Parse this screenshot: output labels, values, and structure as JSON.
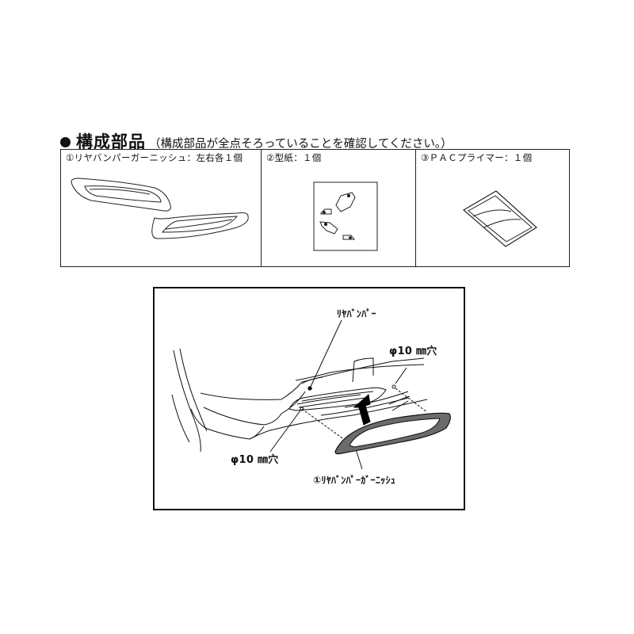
{
  "heading": {
    "bullet_icon": "filled-circle-bullet",
    "title": "構成部品",
    "note": "（構成部品が全点そろっていることを確認してください。）"
  },
  "parts": [
    {
      "label": "①リヤバンパーガーニッシュ：左右各１個",
      "icon": "rear-bumper-garnish-pair-illustration"
    },
    {
      "label": "②型紙：１個",
      "icon": "paper-template-illustration"
    },
    {
      "label": "③ＰＡＣプライマー：１個",
      "icon": "pac-primer-packet-illustration"
    }
  ],
  "diagram": {
    "labels": {
      "rear_bumper": "ﾘﾔﾊﾞﾝﾊﾟｰ",
      "hole_right": "φ10 ㎜穴",
      "hole_left": "φ10 ㎜穴",
      "garnish": "①ﾘﾔﾊﾞﾝﾊﾟｰｶﾞｰﾆｯｼｭ"
    },
    "colors": {
      "line": "#111111",
      "garnish_fill": "#6b6b6b",
      "arrow": "#000000"
    }
  }
}
